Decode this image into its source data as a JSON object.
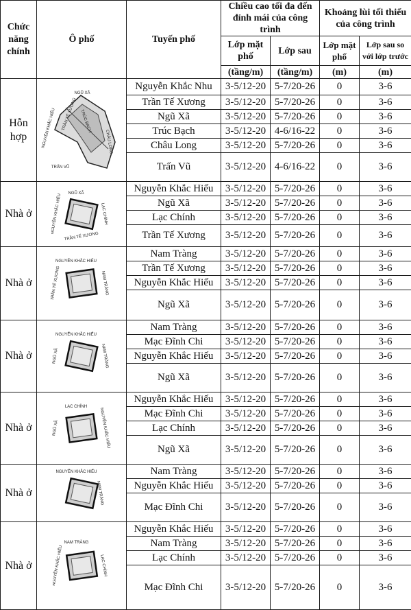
{
  "header": {
    "function": "Chức năng chính",
    "block": "Ô phố",
    "street": "Tuyến phố",
    "height_group": "Chiều cao tối đa đến đỉnh mái của công trình",
    "setback_group": "Khoảng lùi tối thiểu của công trình",
    "front_layer": "Lớp mặt phố",
    "back_layer": "Lớp sau",
    "front_setback": "Lớp mặt phố",
    "back_setback": "Lớp sau so với lớp trước",
    "unit_height": "(tầng/m)",
    "unit_setback": "(m)"
  },
  "blocks": [
    {
      "function": "Hỗn hợp",
      "map_labels": [
        "NGŨ XÃ",
        "TRÚC BẠCH",
        "TRẦN TẾ XƯƠNG",
        "NGUYỄN KHẮC HIẾU",
        "TRẤN VŨ",
        "CHÂU LONG"
      ],
      "rows": [
        {
          "street": "Nguyễn Khắc Nhu",
          "front": "3-5/12-20",
          "back": "5-7/20-26",
          "sf": "0",
          "sb": "3-6"
        },
        {
          "street": "Trần Tế Xương",
          "front": "3-5/12-20",
          "back": "5-7/20-26",
          "sf": "0",
          "sb": "3-6"
        },
        {
          "street": "Ngũ Xã",
          "front": "3-5/12-20",
          "back": "5-7/20-26",
          "sf": "0",
          "sb": "3-6"
        },
        {
          "street": "Trúc Bạch",
          "front": "3-5/12-20",
          "back": "4-6/16-22",
          "sf": "0",
          "sb": "3-6"
        },
        {
          "street": "Châu Long",
          "front": "3-5/12-20",
          "back": "5-7/20-26",
          "sf": "0",
          "sb": "3-6"
        },
        {
          "street": "Trấn Vũ",
          "front": "3-5/12-20",
          "back": "4-6/16-22",
          "sf": "0",
          "sb": "3-6"
        }
      ]
    },
    {
      "function": "Nhà ở",
      "map_labels": [
        "NGŨ XÃ",
        "LẠC CHÍNH",
        "NGUYỄN KHẮC HIẾU",
        "TRẦN TẾ XƯƠNG"
      ],
      "rows": [
        {
          "street": "Nguyễn Khắc Hiếu",
          "front": "3-5/12-20",
          "back": "5-7/20-26",
          "sf": "0",
          "sb": "3-6"
        },
        {
          "street": "Ngũ Xã",
          "front": "3-5/12-20",
          "back": "5-7/20-26",
          "sf": "0",
          "sb": "3-6"
        },
        {
          "street": "Lạc Chính",
          "front": "3-5/12-20",
          "back": "5-7/20-26",
          "sf": "0",
          "sb": "3-6"
        },
        {
          "street": "Trần Tế Xương",
          "front": "3-5/12-20",
          "back": "5-7/20-26",
          "sf": "0",
          "sb": "3-6"
        }
      ]
    },
    {
      "function": "Nhà ở",
      "map_labels": [
        "NGUYỄN KHẮC HIẾU",
        "NAM TRÀNG",
        "TRẦN TẾ XƯƠNG"
      ],
      "rows": [
        {
          "street": "Nam Tràng",
          "front": "3-5/12-20",
          "back": "5-7/20-26",
          "sf": "0",
          "sb": "3-6"
        },
        {
          "street": "Trần Tế Xương",
          "front": "3-5/12-20",
          "back": "5-7/20-26",
          "sf": "0",
          "sb": "3-6"
        },
        {
          "street": "Nguyễn Khắc Hiếu",
          "front": "3-5/12-20",
          "back": "5-7/20-26",
          "sf": "0",
          "sb": "3-6"
        },
        {
          "street": "Ngũ Xã",
          "front": "3-5/12-20",
          "back": "5-7/20-26",
          "sf": "0",
          "sb": "3-6"
        }
      ]
    },
    {
      "function": "Nhà ở",
      "map_labels": [
        "NGUYỄN KHẮC HIẾU",
        "NAM TRÀNG",
        "NGŨ XÃ"
      ],
      "rows": [
        {
          "street": "Nam Tràng",
          "front": "3-5/12-20",
          "back": "5-7/20-26",
          "sf": "0",
          "sb": "3-6"
        },
        {
          "street": "Mạc Đĩnh Chi",
          "front": "3-5/12-20",
          "back": "5-7/20-26",
          "sf": "0",
          "sb": "3-6"
        },
        {
          "street": "Nguyễn Khắc Hiếu",
          "front": "3-5/12-20",
          "back": "5-7/20-26",
          "sf": "0",
          "sb": "3-6"
        },
        {
          "street": "Ngũ Xã",
          "front": "3-5/12-20",
          "back": "5-7/20-26",
          "sf": "0",
          "sb": "3-6"
        }
      ]
    },
    {
      "function": "Nhà ở",
      "map_labels": [
        "LẠC CHÍNH",
        "NGUYỄN KHẮC HIẾU",
        "NGŨ XÃ"
      ],
      "rows": [
        {
          "street": "Nguyễn Khắc Hiếu",
          "front": "3-5/12-20",
          "back": "5-7/20-26",
          "sf": "0",
          "sb": "3-6"
        },
        {
          "street": "Mạc Đĩnh Chi",
          "front": "3-5/12-20",
          "back": "5-7/20-26",
          "sf": "0",
          "sb": "3-6"
        },
        {
          "street": "Lạc Chính",
          "front": "3-5/12-20",
          "back": "5-7/20-26",
          "sf": "0",
          "sb": "3-6"
        },
        {
          "street": "Ngũ Xã",
          "front": "3-5/12-20",
          "back": "5-7/20-26",
          "sf": "0",
          "sb": "3-6"
        }
      ]
    },
    {
      "function": "Nhà ở",
      "map_labels": [
        "NGUYỄN KHẮC HIẾU",
        "NAM TRÀNG"
      ],
      "rows": [
        {
          "street": "Nam Tràng",
          "front": "3-5/12-20",
          "back": "5-7/20-26",
          "sf": "0",
          "sb": "3-6"
        },
        {
          "street": "Nguyễn Khắc Hiếu",
          "front": "3-5/12-20",
          "back": "5-7/20-26",
          "sf": "0",
          "sb": "3-6"
        },
        {
          "street": "Mạc Đĩnh Chi",
          "front": "3-5/12-20",
          "back": "5-7/20-26",
          "sf": "0",
          "sb": "3-6"
        }
      ]
    },
    {
      "function": "Nhà ở",
      "map_labels": [
        "NAM TRÀNG",
        "LẠC CHÍNH",
        "NGUYỄN KHẮC HIẾU"
      ],
      "rows": [
        {
          "street": "Nguyễn Khắc Hiếu",
          "front": "3-5/12-20",
          "back": "5-7/20-26",
          "sf": "0",
          "sb": "3-6"
        },
        {
          "street": "Nam Tràng",
          "front": "3-5/12-20",
          "back": "5-7/20-26",
          "sf": "0",
          "sb": "3-6"
        },
        {
          "street": "Lạc Chính",
          "front": "3-5/12-20",
          "back": "5-7/20-26",
          "sf": "0",
          "sb": "3-6"
        },
        {
          "street": "Mạc Đĩnh Chi",
          "front": "3-5/12-20",
          "back": "5-7/20-26",
          "sf": "0",
          "sb": "3-6"
        }
      ]
    }
  ]
}
